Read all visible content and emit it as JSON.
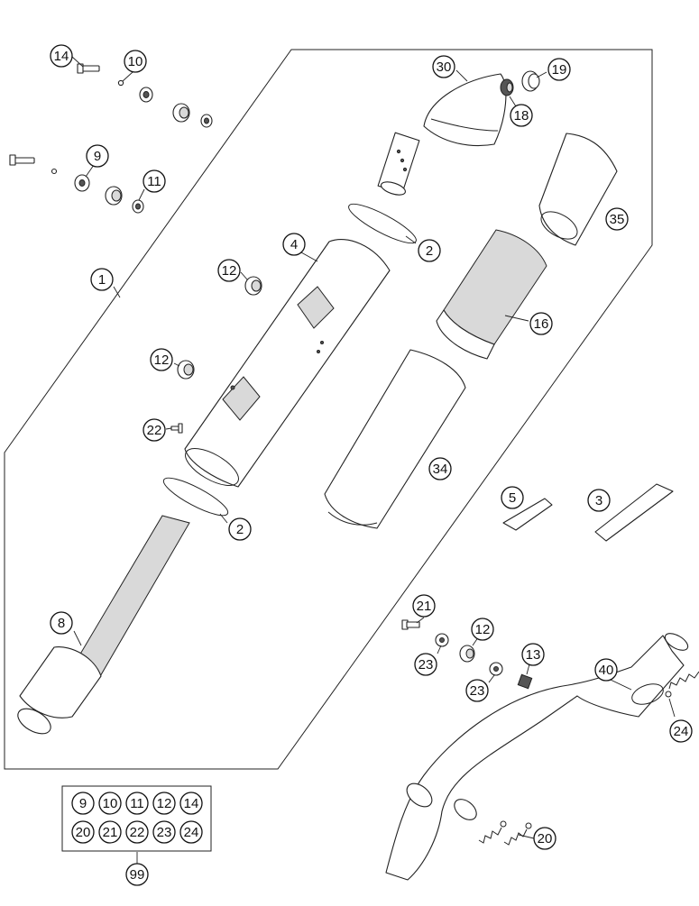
{
  "diagram": {
    "callouts": [
      {
        "id": "c14a",
        "label": "14"
      },
      {
        "id": "c10a",
        "label": "10"
      },
      {
        "id": "c9a",
        "label": "9"
      },
      {
        "id": "c11a",
        "label": "11"
      },
      {
        "id": "c1",
        "label": "1"
      },
      {
        "id": "c30",
        "label": "30"
      },
      {
        "id": "c19",
        "label": "19"
      },
      {
        "id": "c18",
        "label": "18"
      },
      {
        "id": "c2a",
        "label": "2"
      },
      {
        "id": "c35",
        "label": "35"
      },
      {
        "id": "c4",
        "label": "4"
      },
      {
        "id": "c12a",
        "label": "12"
      },
      {
        "id": "c16",
        "label": "16"
      },
      {
        "id": "c12b",
        "label": "12"
      },
      {
        "id": "c22",
        "label": "22"
      },
      {
        "id": "c34",
        "label": "34"
      },
      {
        "id": "c2b",
        "label": "2"
      },
      {
        "id": "c5",
        "label": "5"
      },
      {
        "id": "c3",
        "label": "3"
      },
      {
        "id": "c8",
        "label": "8"
      },
      {
        "id": "c21",
        "label": "21"
      },
      {
        "id": "c12c",
        "label": "12"
      },
      {
        "id": "c23a",
        "label": "23"
      },
      {
        "id": "c13",
        "label": "13"
      },
      {
        "id": "c40",
        "label": "40"
      },
      {
        "id": "c23b",
        "label": "23"
      },
      {
        "id": "c24",
        "label": "24"
      },
      {
        "id": "c20",
        "label": "20"
      },
      {
        "id": "c99",
        "label": "99"
      }
    ],
    "kit_box": {
      "row1": [
        "9",
        "10",
        "11",
        "12",
        "14"
      ],
      "row2": [
        "20",
        "21",
        "22",
        "23",
        "24"
      ]
    }
  }
}
